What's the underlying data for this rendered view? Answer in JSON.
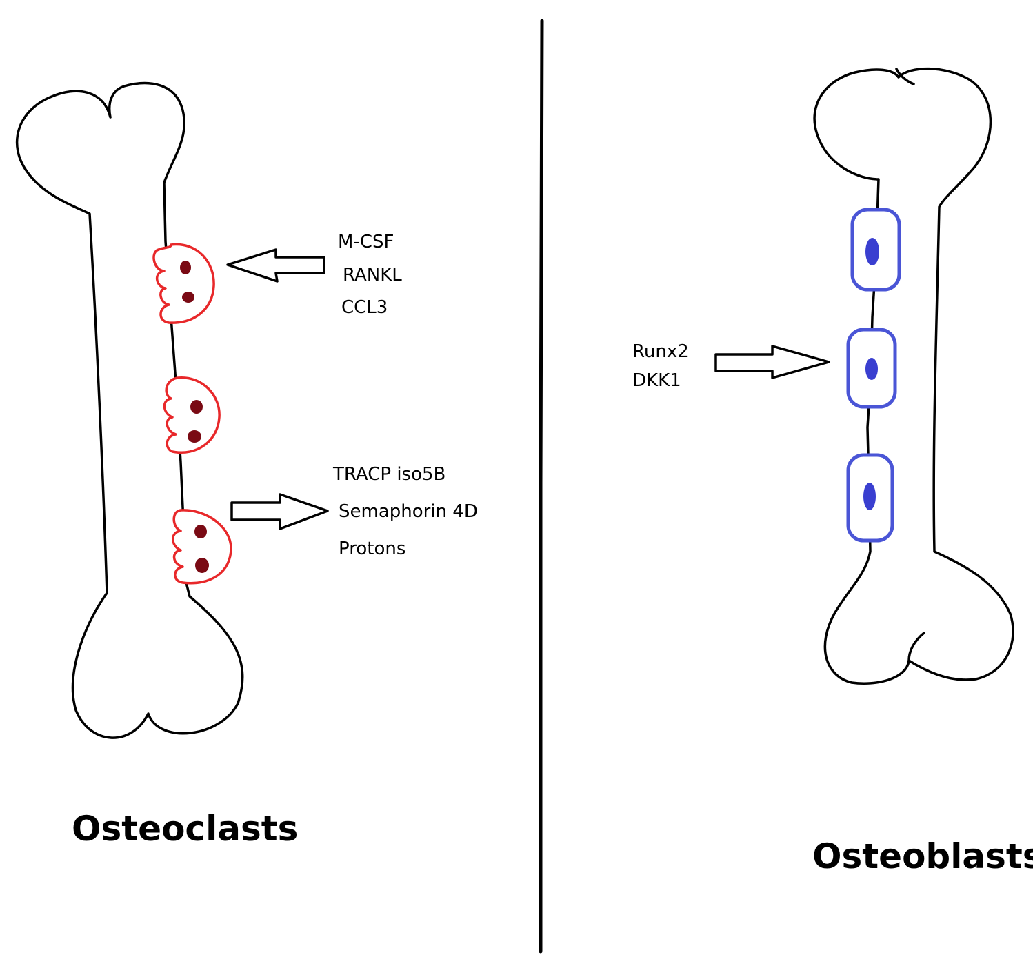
{
  "left_panel": {
    "title": "Osteoclasts",
    "inputs": [
      "M-CSF",
      "RANKL",
      "CCL3"
    ],
    "outputs": [
      "TRACP iso5B",
      "Semaphorin 4D",
      "Protons"
    ],
    "cell_color": "#e8282a",
    "nucleus_color": "#7a0a14"
  },
  "right_panel": {
    "title": "Osteoblasts",
    "inputs": [
      "Runx2",
      "DKK1"
    ],
    "cell_color": "#4a55d6",
    "nucleus_color": "#3a3fd0"
  }
}
